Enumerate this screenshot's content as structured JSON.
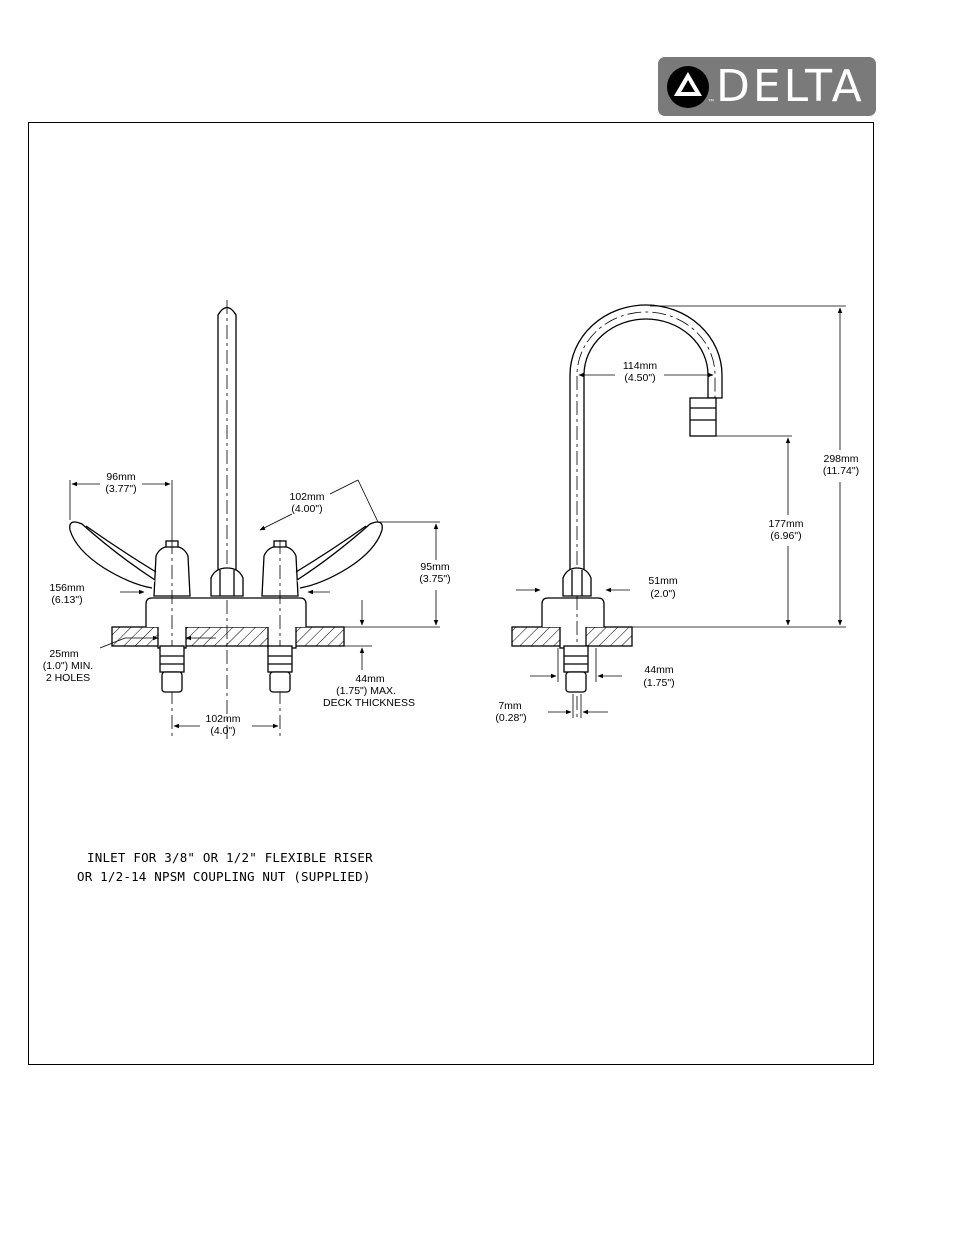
{
  "logo": {
    "brand": "DELTA",
    "tm": "™"
  },
  "dims": {
    "d96": [
      "96mm",
      "(3.77\")"
    ],
    "d102a": [
      "102mm",
      "(4.00\")"
    ],
    "d95": [
      "95mm",
      "(3.75\")"
    ],
    "d156": [
      "156mm",
      "(6.13\")"
    ],
    "d25": [
      "25mm",
      "(1.0\") MIN.",
      "2 HOLES"
    ],
    "d44a": [
      "44mm",
      "(1.75\") MAX.",
      "DECK THICKNESS"
    ],
    "d102b": [
      "102mm",
      "(4.0\")"
    ],
    "d114": [
      "114mm",
      "(4.50\")"
    ],
    "d298": [
      "298mm",
      "(11.74\")"
    ],
    "d177": [
      "177mm",
      "(6.96\")"
    ],
    "d51": [
      "51mm",
      "(2.0\")"
    ],
    "d44b": [
      "44mm",
      "(1.75\")"
    ],
    "d7": [
      "7mm",
      "(0.28\")"
    ]
  },
  "notes": {
    "line1": "INLET FOR 3/8\" OR 1/2\" FLEXIBLE RISER",
    "line2": "OR 1/2-14 NPSM COUPLING NUT (SUPPLIED)"
  }
}
